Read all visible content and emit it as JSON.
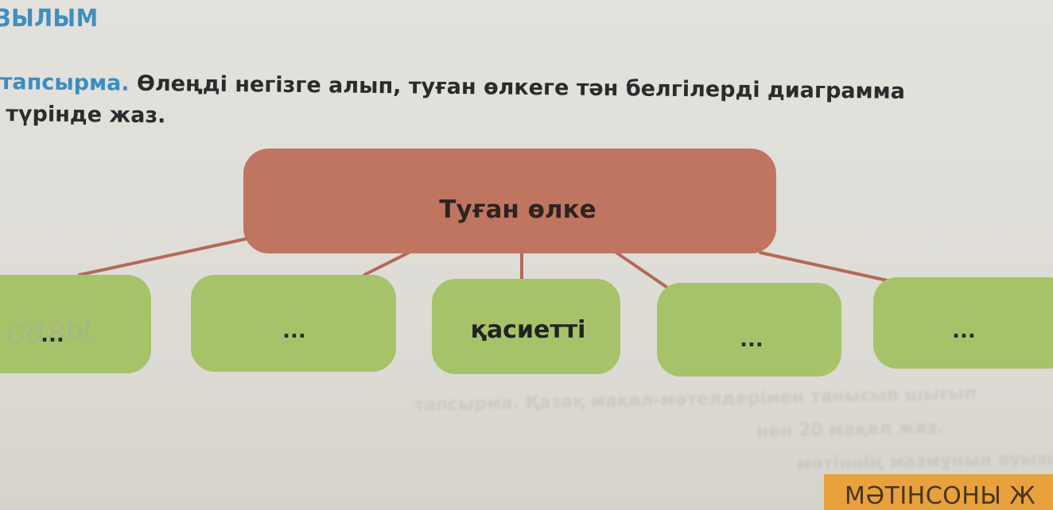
{
  "section_heading": "ЗЫЛЫМ",
  "task": {
    "label": "тапсырма.",
    "line1_text": " Өлеңді негізге алып, туған өлкеге тән белгілерді диаграмма",
    "line2_text": "түрінде жаз."
  },
  "diagram": {
    "root": {
      "label": "Туған өлке",
      "color": "#c07560"
    },
    "leaves": [
      {
        "label": "...",
        "color": "#a6c36a"
      },
      {
        "label": "...",
        "color": "#a6c36a"
      },
      {
        "label": "қасиетті",
        "color": "#a6c36a"
      },
      {
        "label": "...",
        "color": "#a6c36a"
      },
      {
        "label": "...",
        "color": "#a6c36a"
      }
    ],
    "handwriting": "сағы",
    "connector_color": "#b36a58"
  },
  "faded_text": {
    "line1": "тапсырма. Қазақ мақал-мәтелдерімен танысып шығып",
    "line2": "нен 20 мақал жаз.",
    "line3": "мәтіннің мазмұнын ауызша айтып"
  },
  "footer_tab": {
    "label": "МӘТІНСОНЫ Ж",
    "color": "#e8a13c"
  }
}
